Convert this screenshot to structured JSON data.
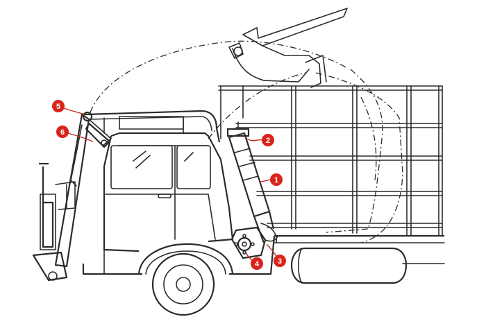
{
  "markers": [
    {
      "id": "1",
      "label": "1"
    },
    {
      "id": "2",
      "label": "2"
    },
    {
      "id": "3",
      "label": "3"
    },
    {
      "id": "4",
      "label": "4"
    },
    {
      "id": "5",
      "label": "5"
    },
    {
      "id": "6",
      "label": "6"
    }
  ],
  "colors": {
    "marker": "#d9231d",
    "line": "#2b2b2b",
    "background": "#ffffff"
  }
}
